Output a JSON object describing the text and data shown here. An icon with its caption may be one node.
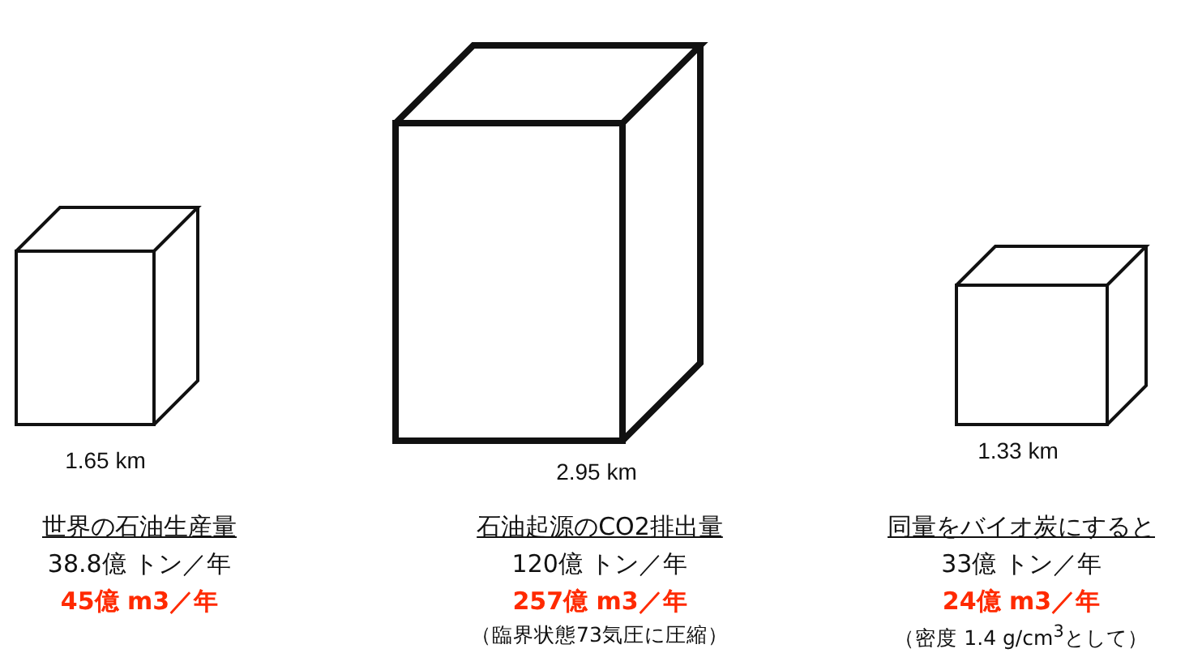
{
  "diagram": {
    "nodes": [
      {
        "text": [],
        "shape": "cube",
        "beside": [
          "1.65 km",
          "世界の石油生産量",
          "38.8億 トン／年",
          "45億 m3／年"
        ]
      },
      {
        "text": [],
        "shape": "cube",
        "beside": [
          "2.95 km",
          "石油起源のCO2排出量",
          "120億 トン／年",
          "257億 m3／年",
          "（臨界状態73気圧に圧縮）"
        ]
      },
      {
        "text": [],
        "shape": "cube",
        "beside": [
          "1.33 km",
          "同量をバイオ炭にすると",
          "33億 トン／年",
          "24億 m3／年",
          "（密度 1.4 g/cm$^{3}$として）"
        ]
      }
    ]
  }
}
